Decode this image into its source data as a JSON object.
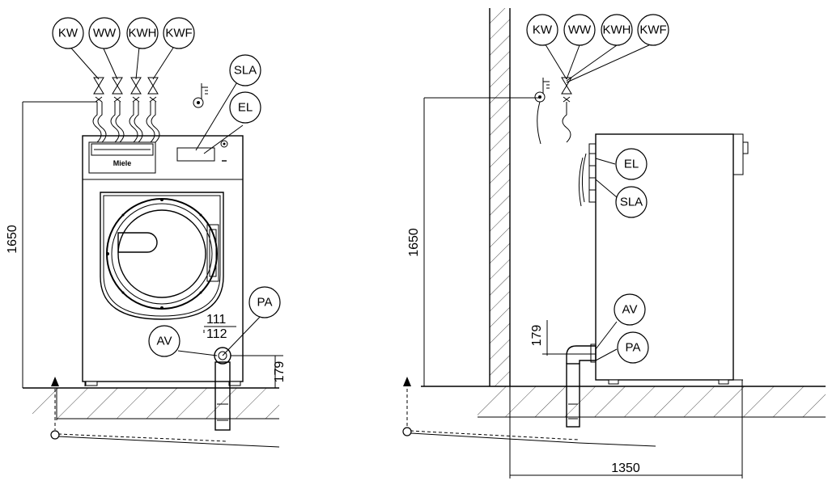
{
  "front_view": {
    "labels": {
      "kw": "KW",
      "ww": "WW",
      "kwh": "KWH",
      "kwf": "KWF",
      "sla": "SLA",
      "el": "EL",
      "pa": "PA",
      "av": "AV"
    },
    "brand": "Miele",
    "dims": {
      "height": "1650",
      "drain_height": "179",
      "outlet_a": "111",
      "outlet_b": "112"
    }
  },
  "side_view": {
    "labels": {
      "kw": "KW",
      "ww": "WW",
      "kwh": "KWH",
      "kwf": "KWF",
      "el": "EL",
      "sla": "SLA",
      "av": "AV",
      "pa": "PA"
    },
    "dims": {
      "height": "1650",
      "drain_height": "179",
      "depth": "1350"
    }
  },
  "colors": {
    "line": "#000000",
    "background": "#ffffff"
  }
}
